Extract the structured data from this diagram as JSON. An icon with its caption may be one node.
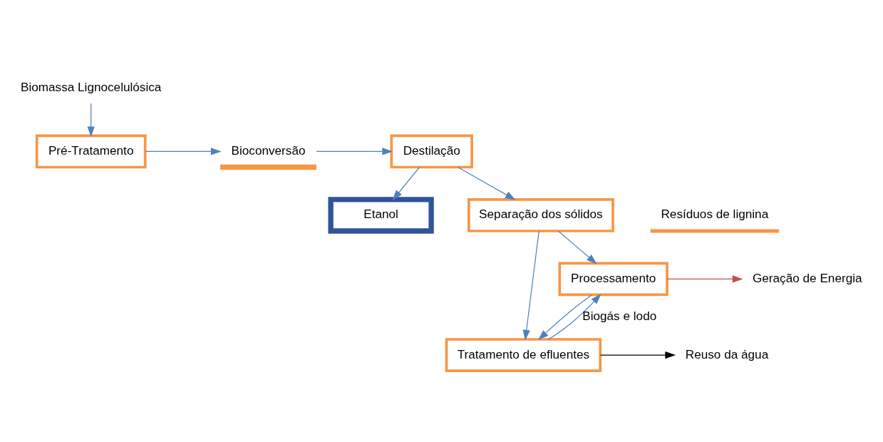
{
  "diagram": {
    "nodes": [
      {
        "text": [
          "Biomassa Lignocelulósica"
        ]
      },
      {
        "text": [
          "Pré-Tratamento"
        ]
      },
      {
        "text": [
          "Bioconversão"
        ]
      },
      {
        "text": [
          "Destilação"
        ]
      },
      {
        "text": [
          "Etanol"
        ]
      },
      {
        "text": [
          "Separação dos sólidos"
        ]
      },
      {
        "text": [
          "Tratamento de efluentes"
        ]
      },
      {
        "text": [
          "Processamento"
        ]
      },
      {
        "text": [
          "Resíduos de lignina"
        ]
      },
      {
        "text": [
          "Reuso da água"
        ]
      },
      {
        "text": [
          "Geração de Energia"
        ]
      }
    ],
    "edges": [
      {
        "from": 0,
        "to": 1,
        "arrow": "to"
      },
      {
        "from": 1,
        "to": 2,
        "arrow": "to"
      },
      {
        "from": 2,
        "to": 3,
        "arrow": "to"
      },
      {
        "from": 3,
        "to": 4,
        "arrow": "to"
      },
      {
        "from": 3,
        "to": 5,
        "arrow": "to"
      },
      {
        "from": 5,
        "to": 6,
        "arrow": "to"
      },
      {
        "from": 5,
        "to": 7,
        "arrow": "to"
      },
      {
        "from": 7,
        "to": 6,
        "arrow": "to"
      },
      {
        "from": 6,
        "to": 9,
        "arrow": "to",
        "color": "#000000"
      },
      {
        "from": 6,
        "to": 7,
        "arrow": "to",
        "label": "Biogás e lodo"
      },
      {
        "from": 7,
        "to": 10,
        "arrow": "to",
        "color": "#c0504d"
      }
    ]
  }
}
